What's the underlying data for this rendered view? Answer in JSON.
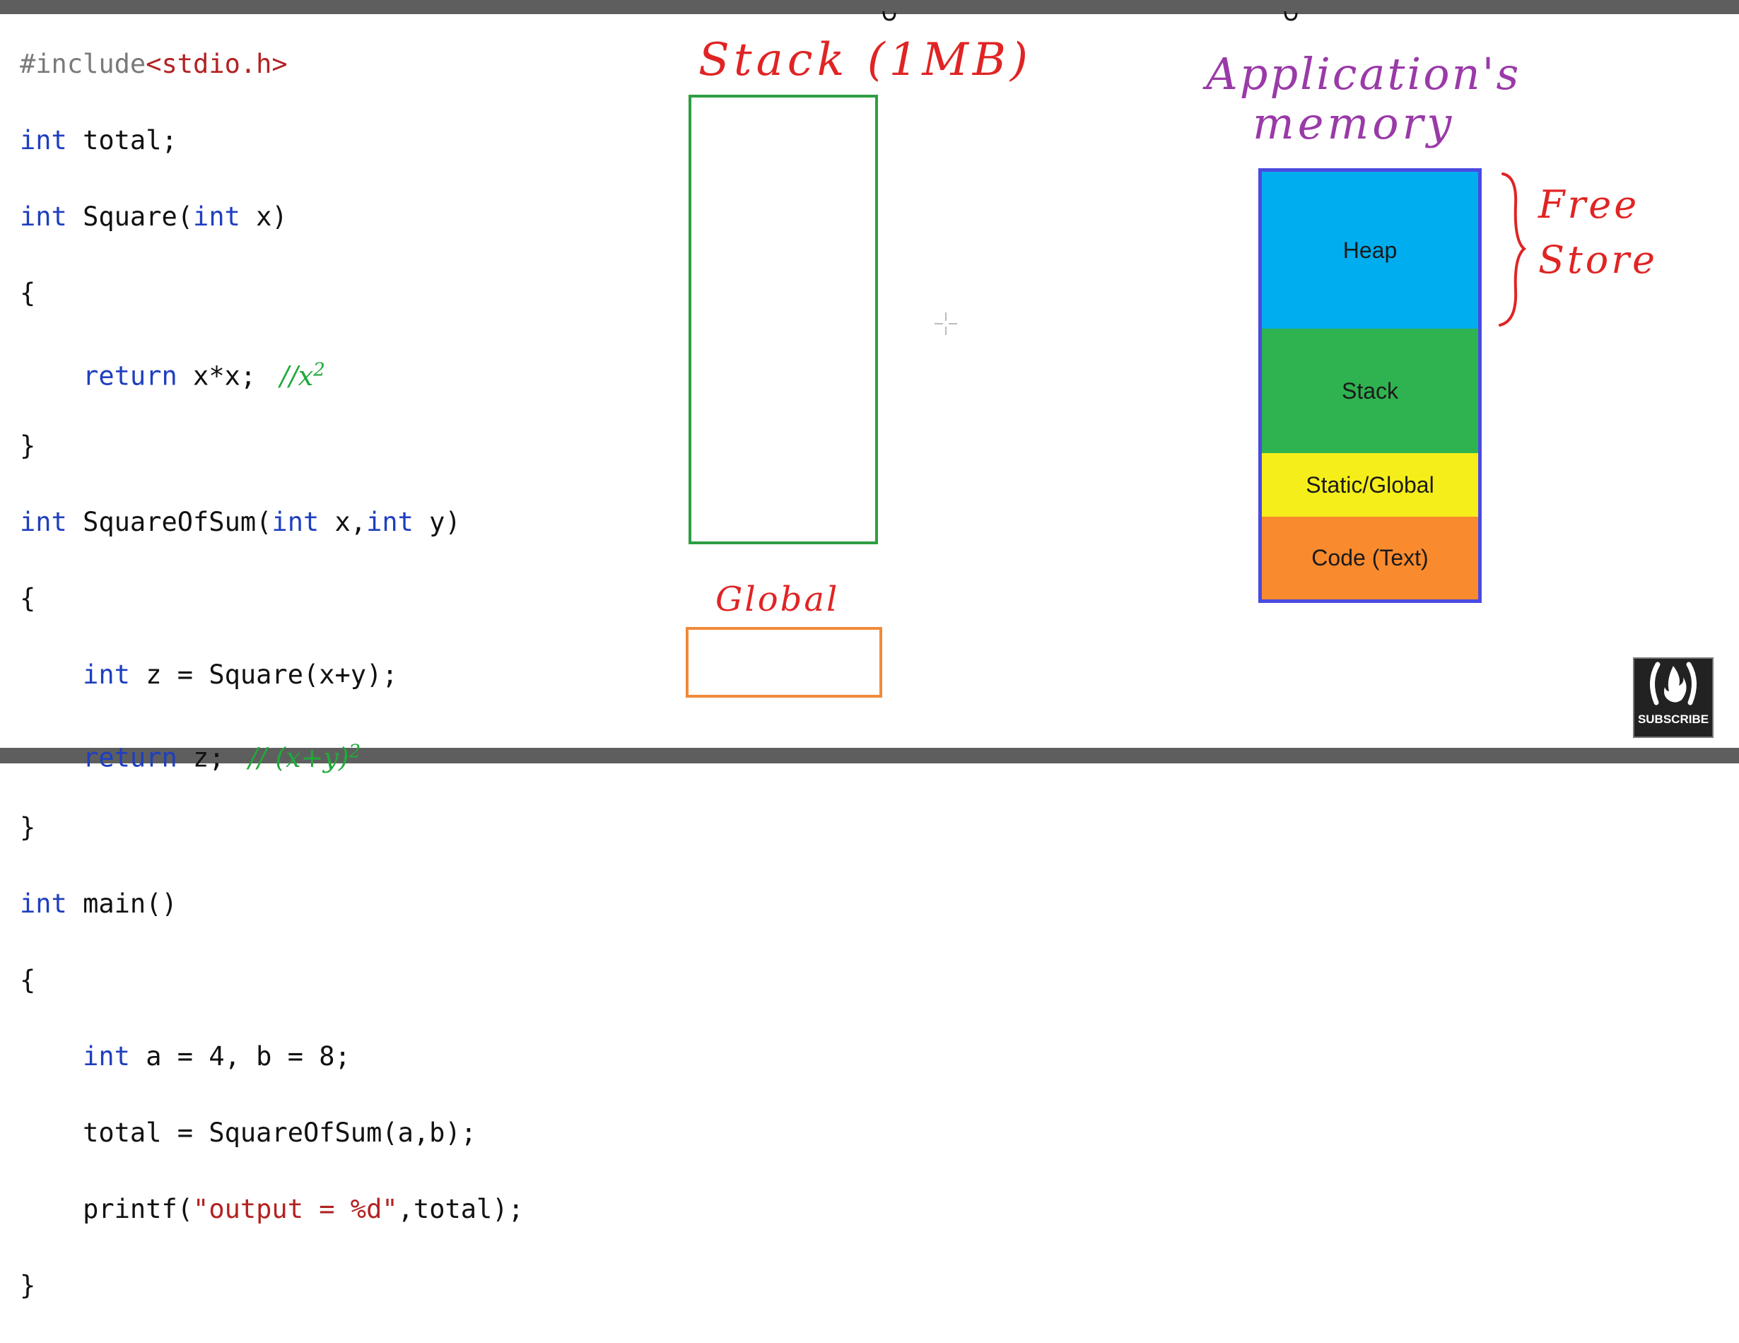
{
  "code": {
    "include_directive": "#include",
    "include_header": "<stdio.h>",
    "l1_type": "int",
    "l1_rest": " total;",
    "l2_type": "int",
    "l2_name": " Square(",
    "l2_param_type": "int",
    "l2_param": " x)",
    "open_brace": "{",
    "close_brace": "}",
    "l4_kw": "return",
    "l4_rest": " x*x;",
    "l4_comment": "//x",
    "l4_comment_sup": "2",
    "l6_type": "int",
    "l6_name": " SquareOfSum(",
    "l6_p1_type": "int",
    "l6_p1": " x,",
    "l6_p2_type": "int",
    "l6_p2": " y)",
    "l8_type": "int",
    "l8_rest": " z = Square(x+y);",
    "l9_kw": "return",
    "l9_rest": " z;",
    "l9_comment": "// (x+y)",
    "l9_comment_sup": "2",
    "l11_type": "int",
    "l11_rest": " main()",
    "l13_type": "int",
    "l13_rest": " a = 4, b = 8;",
    "l14": "total = SquareOfSum(a,b);",
    "l15_pre": "printf(",
    "l15_str": "\"output = %d\"",
    "l15_post": ",total);"
  },
  "labels": {
    "stack_title": "Stack (1MB)",
    "global_title": "Global",
    "app_memory_line1": "Application's",
    "app_memory_line2": "memory",
    "free_store_line1": "Free",
    "free_store_line2": "Store"
  },
  "memory_segments": {
    "heap": "Heap",
    "stack": "Stack",
    "static": "Static/Global",
    "code": "Code (Text)"
  },
  "colors": {
    "heap": "#00adee",
    "stack": "#2fb350",
    "static": "#f5ee1a",
    "code": "#f98a2e",
    "memory_border": "#4a4ae0",
    "stack_box": "#2e9e44",
    "global_box": "#f08a3a",
    "red_ink": "#e02424",
    "purple_ink": "#9a3aa8",
    "green_ink": "#1faa3a"
  },
  "badge": {
    "icon": "freecodecamp-flame-icon",
    "label": "SUBSCRIBE"
  }
}
